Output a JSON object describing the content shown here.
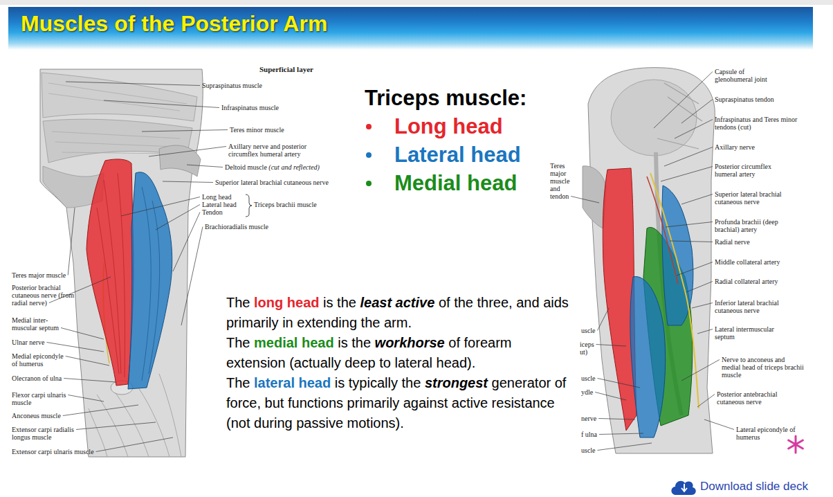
{
  "diagram": {
    "title": "Muscles of the Posterior Arm",
    "labels": [
      "Superficial layer",
      "Supraspinatus muscle",
      "Infraspinatus muscle",
      "Teres minor muscle",
      "Axillary nerve and posterior circumflex humeral artery",
      "Deltoid muscle (cut and reflected)",
      "Superior lateral brachial cutaneous nerve",
      "Long head",
      "Lateral head",
      "Tendon",
      "Triceps brachii muscle",
      "Brachioradialis muscle",
      "Teres major muscle",
      "Posterior brachial cutaneous nerve (from radial nerve)",
      "Medial inter- muscular septum",
      "Ulnar nerve",
      "Medial epicondyle of humerus",
      "Olecranon of ulna",
      "Flexor carpi ulnaris muscle",
      "Anconeus muscle",
      "Extensor carpi radialis longus muscle",
      "Extensor carpi ulnaris muscle",
      "Triceps muscle:",
      "The long head is the least active of the three, and aids primarily in extending the arm.",
      "The medial head is the workhorse of forearm extension (actually deep to lateral head).",
      "The lateral head is typically the strongest generator of force, but functions primarily against active resistance (not during passive motions).",
      "Capsule of glenohumeral joint",
      "Supraspinatus tendon",
      "Infraspinatus and Teres minor tendons (cut)",
      "Axillary nerve",
      "Posterior circumflex humeral artery",
      "Superior lateral brachial cutaneous nerve",
      "Profunda brachii (deep brachial) artery",
      "Radial nerve",
      "Middle collateral artery",
      "Radial collateral artery",
      "Inferior lateral brachial cutaneous nerve",
      "Lateral intermuscular septum",
      "Nerve to anconeus and medial head of triceps brachii muscle",
      "Posterior antebrachial cutaneous nerve",
      "Lateral epicondyle of humerus",
      "Teres major muscle and tendon",
      "uscle",
      "iceps ut)",
      "uscle",
      "ydle",
      "nerve",
      "f ulna",
      "uscle",
      "Download slide deck"
    ],
    "legend": [
      {
        "text": "Long head",
        "color": "#e5262c"
      },
      {
        "text": "Lateral head",
        "color": "#1a76c0"
      },
      {
        "text": "Medial head",
        "color": "#1a8c1a"
      }
    ]
  }
}
